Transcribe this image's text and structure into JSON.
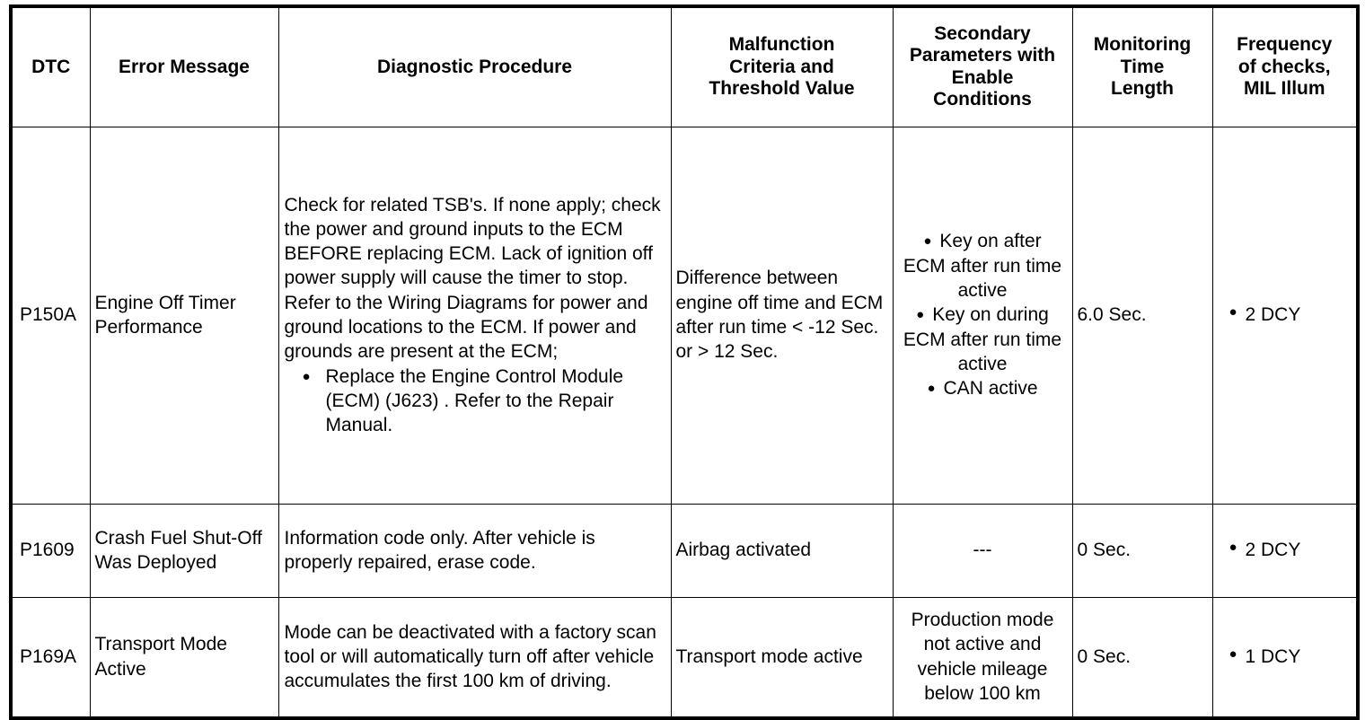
{
  "table": {
    "headers": [
      {
        "id": "dtc",
        "label": "DTC"
      },
      {
        "id": "error",
        "label": "Error Message"
      },
      {
        "id": "diag",
        "label": "Diagnostic Procedure"
      },
      {
        "id": "malf",
        "label": "Malfunction\nCriteria and\nThreshold Value"
      },
      {
        "id": "secondary",
        "label": "Secondary\nParameters with\nEnable\nConditions"
      },
      {
        "id": "monitor",
        "label": "Monitoring\nTime\nLength"
      },
      {
        "id": "frequency",
        "label": "Frequency\nof checks,\nMIL Illum"
      }
    ],
    "rows": [
      {
        "dtc": "P150A",
        "error": "Engine Off Timer Performance",
        "diagnostic_paragraph": "Check for related TSB's. If none apply; check the power and ground inputs to the ECM BEFORE replacing ECM. Lack of ignition off power supply will cause the timer to stop. Refer to the Wiring Diagrams for power and ground locations to the ECM. If power and grounds are present at the ECM;",
        "diagnostic_bullets": [
          "Replace the Engine Control Module (ECM) (J623) . Refer to the Repair Manual."
        ],
        "malfunction": "Difference between engine off time and ECM after run time < -12 Sec. or > 12 Sec.",
        "secondary_bullets": [
          "Key on after ECM after run time active",
          "Key on during ECM after run time active",
          "CAN active"
        ],
        "secondary_text": "",
        "monitoring": "6.0 Sec.",
        "frequency_bullets": [
          "2 DCY"
        ]
      },
      {
        "dtc": "P1609",
        "error": "Crash Fuel Shut-Off Was Deployed",
        "diagnostic_paragraph": "Information code only. After vehicle is properly repaired, erase code.",
        "diagnostic_bullets": [],
        "malfunction": "Airbag activated",
        "secondary_bullets": [],
        "secondary_text": "---",
        "monitoring": "0 Sec.",
        "frequency_bullets": [
          "2 DCY"
        ]
      },
      {
        "dtc": "P169A",
        "error": "Transport Mode Active",
        "diagnostic_paragraph": "Mode can be deactivated with a factory scan tool or will automatically turn off after vehicle accumulates the first 100 km of driving.",
        "diagnostic_bullets": [],
        "malfunction": "Transport mode active",
        "secondary_bullets": [],
        "secondary_text": "Production mode not active and vehicle mileage below 100 km",
        "monitoring": "0 Sec.",
        "frequency_bullets": [
          "1 DCY"
        ]
      }
    ]
  },
  "style": {
    "border_color": "#000000",
    "text_color": "#000000",
    "background": "#ffffff",
    "bullet_glyph": "●"
  }
}
